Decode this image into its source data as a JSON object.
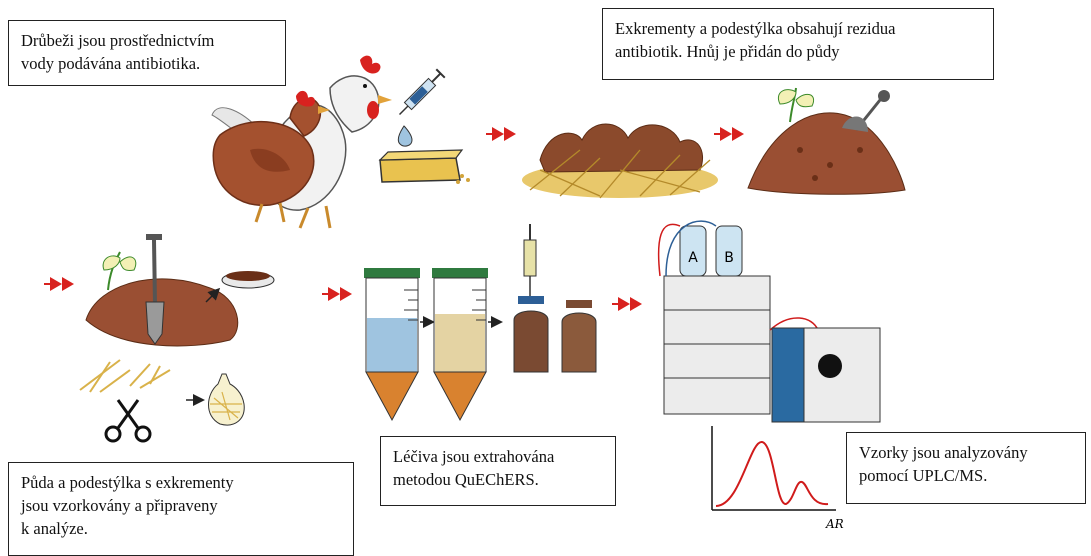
{
  "boxes": {
    "water_antibiotics": "Drůbeži jsou prostřednictvím\nvody podávána antibiotika.",
    "manure_residues": "Exkrementy a podestýlka obsahují rezidua\nantibiotik. Hnůj je přidán do půdy",
    "sampling": "Půda a podestýlka s exkrementy\njsou vzorkovány a připraveny\nk analýze.",
    "extraction": "Léčiva jsou extrahována\nmetodou QuEChERS.",
    "analysis": "Vzorky jsou analyzovány\npomocí UPLC/MS."
  },
  "labels": {
    "bottle_a": "A",
    "bottle_b": "B",
    "chromatogram_axis": "AR"
  },
  "colors": {
    "arrow_red": "#d8221f",
    "hen_brown": "#a4512f",
    "soil_brown": "#9a4f33",
    "straw": "#d9b24a",
    "liquid_blue": "#9fc4e0",
    "tube_tip": "#d9822f",
    "detector_blue": "#2a6aa1",
    "peak_red": "#d01b1b"
  },
  "icons": [
    "hens-illustration",
    "syringe-icon",
    "feed-trough-icon",
    "manure-litter-icon",
    "soil-heap-icon",
    "shovel-icon",
    "sample-dish-icon",
    "straw-icon",
    "scissors-icon",
    "sample-bag-icon",
    "centrifuge-tube-icon",
    "vial-icon",
    "uplc-instrument-icon",
    "ms-detector-icon",
    "chromatogram-icon",
    "red-flow-arrow-icon"
  ]
}
